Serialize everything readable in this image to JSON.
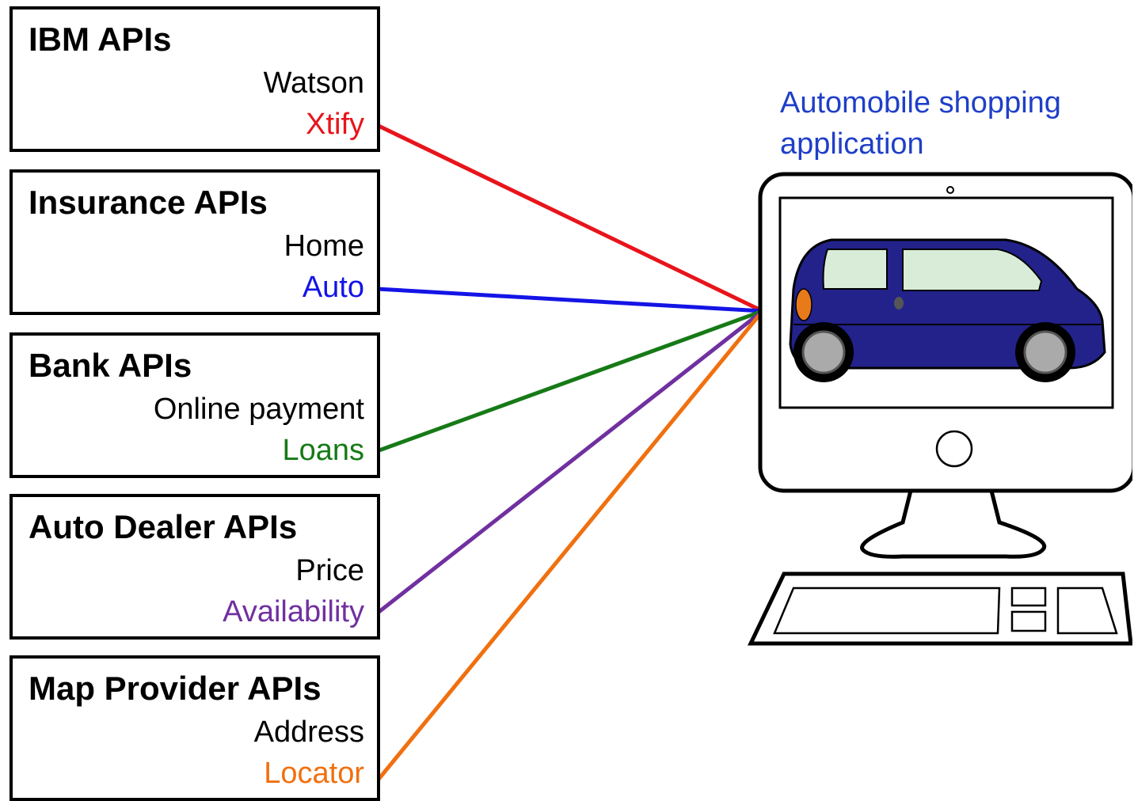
{
  "providers": [
    {
      "title": "IBM APIs",
      "items": [
        "Watson",
        "Xtify"
      ],
      "highlight_color": "#e8141b"
    },
    {
      "title": "Insurance APIs",
      "items": [
        "Home",
        "Auto"
      ],
      "highlight_color": "#1414e6"
    },
    {
      "title": "Bank APIs",
      "items": [
        "Online payment",
        "Loans"
      ],
      "highlight_color": "#167a16"
    },
    {
      "title": "Auto Dealer APIs",
      "items": [
        "Price",
        "Availability"
      ],
      "highlight_color": "#7030a0"
    },
    {
      "title": "Map Provider APIs",
      "items": [
        "Address",
        "Locator"
      ],
      "highlight_color": "#f07010"
    }
  ],
  "application": {
    "title": "Automobile shopping application",
    "title_color": "#1f3fc8",
    "icon": "computer-with-car-icon",
    "car_color": "#22228a"
  }
}
